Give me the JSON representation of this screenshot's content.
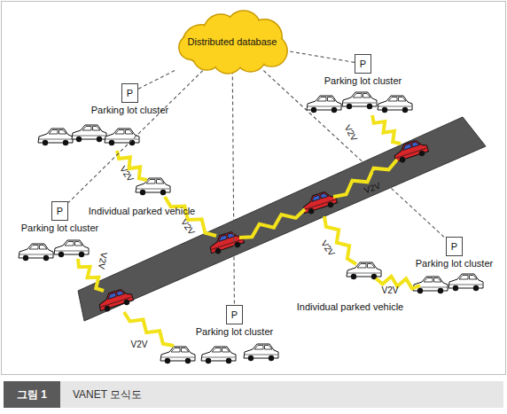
{
  "diagram": {
    "caption": "VANET 모식도",
    "nodes": [
      {
        "text": [
          "Distributed database"
        ]
      },
      {
        "text": [
          "P",
          "Parking lot cluster"
        ]
      },
      {
        "text": [
          "P",
          "Parking lot cluster"
        ]
      },
      {
        "text": [
          "P",
          "Parking lot cluster"
        ]
      },
      {
        "text": [
          "P",
          "Parking lot cluster"
        ]
      },
      {
        "text": [
          "P",
          "Parking lot cluster"
        ]
      }
    ],
    "edges": [
      {
        "from": 0,
        "to": 1,
        "arrow": "none"
      },
      {
        "from": 0,
        "to": 2,
        "arrow": "none"
      },
      {
        "from": 0,
        "to": 3,
        "arrow": "none"
      },
      {
        "from": 0,
        "to": 4,
        "arrow": "none"
      },
      {
        "from": 0,
        "to": 5,
        "arrow": "none"
      }
    ],
    "labels": [
      "V2V",
      "V2V",
      "V2V",
      "Individual parked vehicle",
      "V2V",
      "V2V",
      "V2V",
      "V2V",
      "Individual parked vehicle",
      "V2V",
      "그림 1"
    ]
  }
}
